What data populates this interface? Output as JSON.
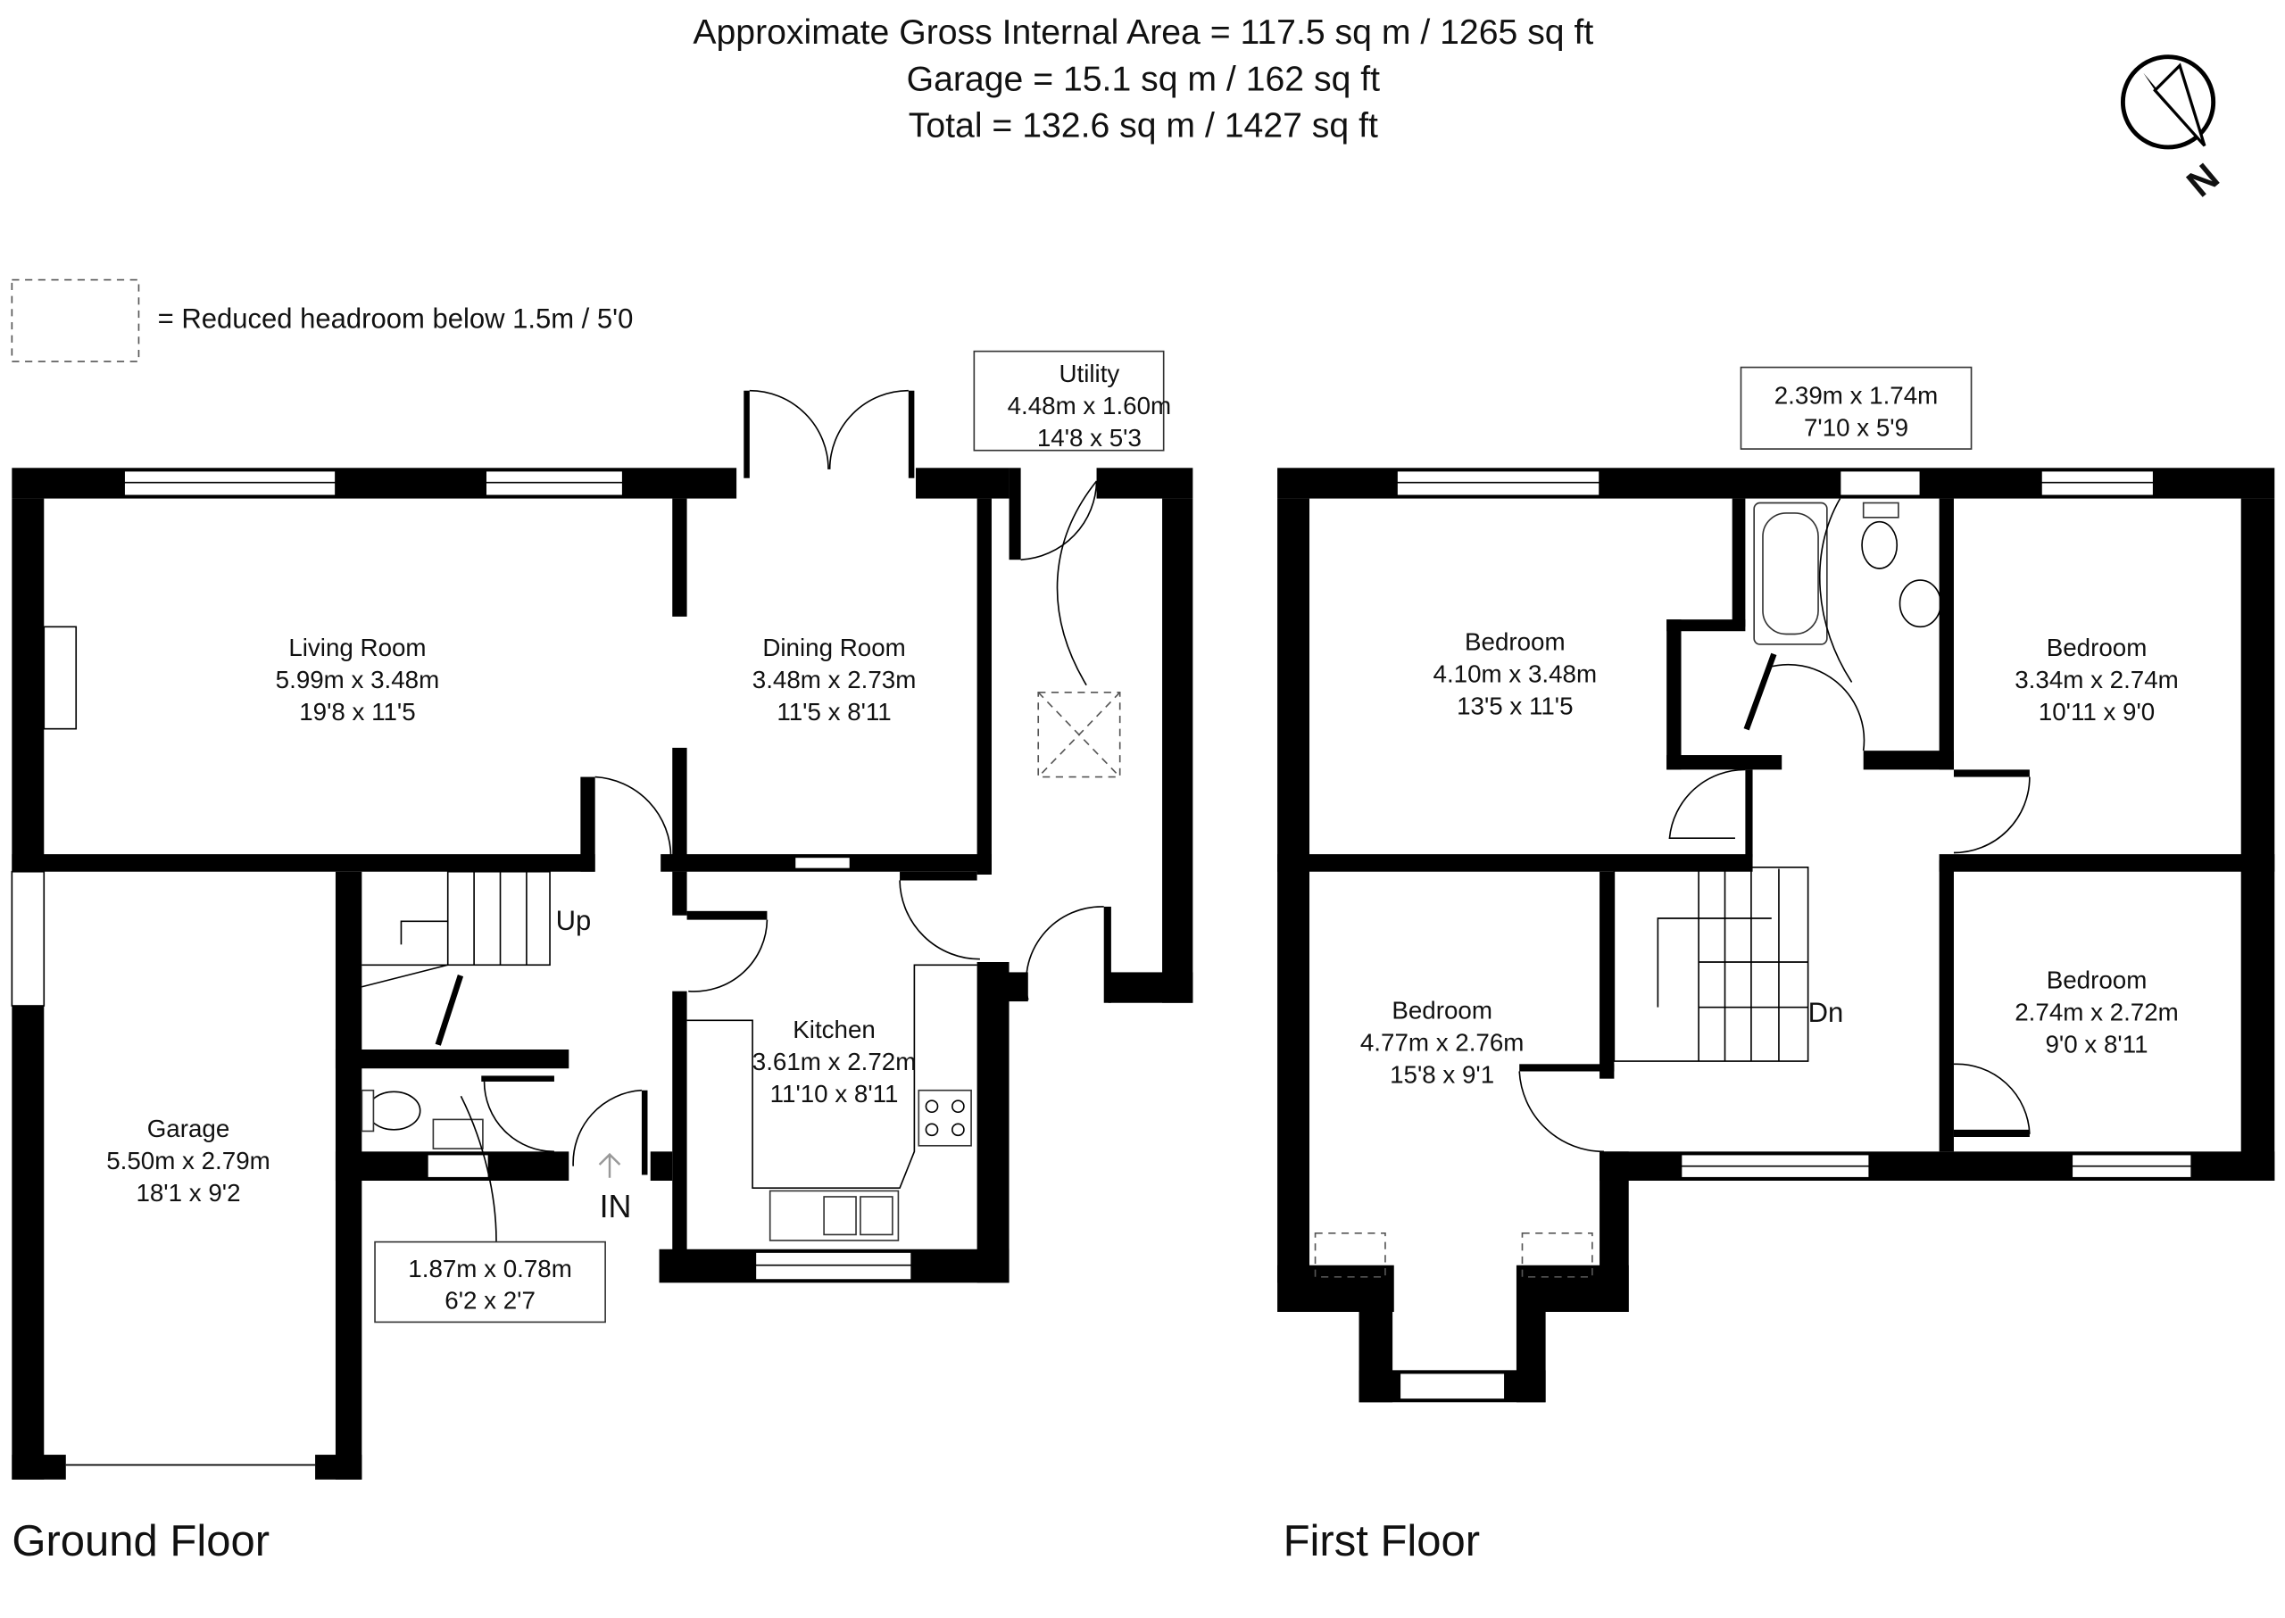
{
  "header": {
    "line1": "Approximate Gross Internal Area = 117.5 sq m / 1265 sq ft",
    "line2": "Garage = 15.1 sq m / 162 sq ft",
    "line3": "Total = 132.6 sq m / 1427 sq ft"
  },
  "legend": {
    "label": "= Reduced headroom below 1.5m / 5'0"
  },
  "compass": {
    "label": "N"
  },
  "ground_floor": {
    "title": "Ground Floor",
    "rooms": {
      "living": {
        "name": "Living Room",
        "metric": "5.99m x 3.48m",
        "imperial": "19'8 x 11'5"
      },
      "dining": {
        "name": "Dining Room",
        "metric": "3.48m x 2.73m",
        "imperial": "11'5 x 8'11"
      },
      "utility": {
        "name": "Utility",
        "metric": "4.48m x 1.60m",
        "imperial": "14'8 x 5'3"
      },
      "kitchen": {
        "name": "Kitchen",
        "metric": "3.61m x 2.72m",
        "imperial": "11'10 x 8'11"
      },
      "garage": {
        "name": "Garage",
        "metric": "5.50m x 2.79m",
        "imperial": "18'1 x 9'2"
      },
      "wc": {
        "metric": "1.87m x 0.78m",
        "imperial": "6'2 x 2'7"
      }
    },
    "stairs_label": "Up",
    "entrance_label": "IN"
  },
  "first_floor": {
    "title": "First Floor",
    "rooms": {
      "bed1": {
        "name": "Bedroom",
        "metric": "4.10m x 3.48m",
        "imperial": "13'5 x 11'5"
      },
      "bed2": {
        "name": "Bedroom",
        "metric": "3.34m x 2.74m",
        "imperial": "10'11 x 9'0"
      },
      "bed3": {
        "name": "Bedroom",
        "metric": "4.77m x 2.76m",
        "imperial": "15'8 x 9'1"
      },
      "bed4": {
        "name": "Bedroom",
        "metric": "2.74m x 2.72m",
        "imperial": "9'0 x 8'11"
      },
      "bath": {
        "metric": "2.39m x 1.74m",
        "imperial": "7'10 x 5'9"
      }
    },
    "stairs_label": "Dn"
  }
}
